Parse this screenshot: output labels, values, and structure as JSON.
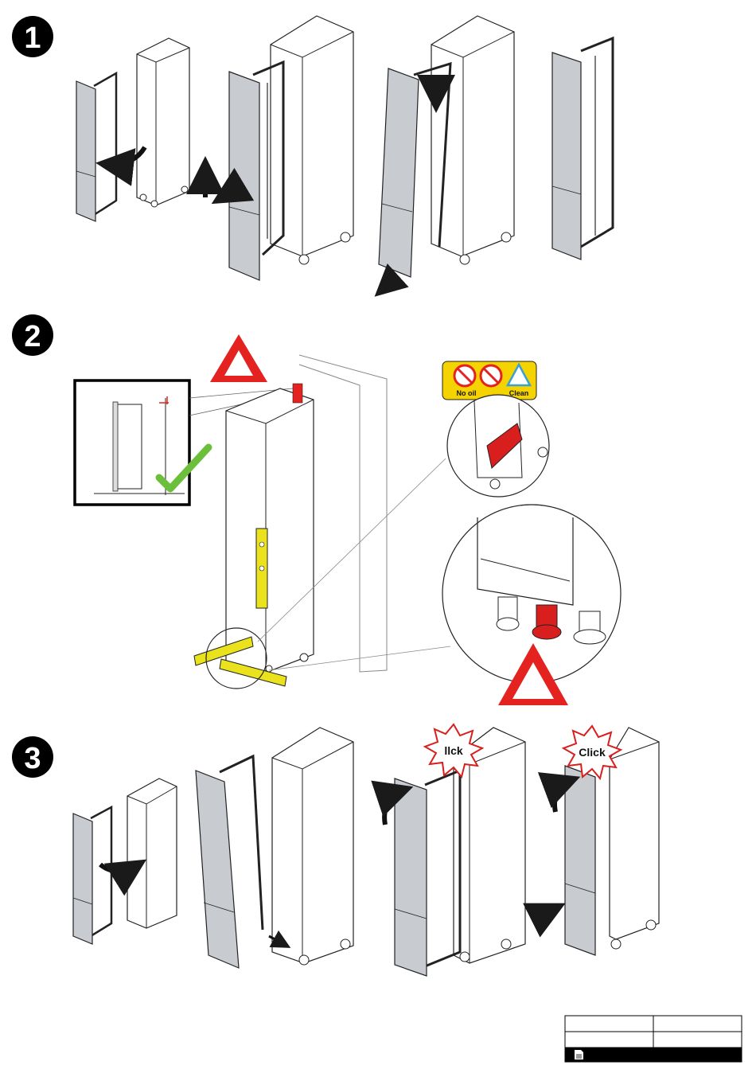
{
  "steps": [
    {
      "number": "1"
    },
    {
      "number": "2"
    },
    {
      "number": "3"
    }
  ],
  "step2": {
    "sticker": {
      "no_oil_label": "No oil",
      "clean_label": "Clean"
    }
  },
  "step3": {
    "click_burst_1": "llck",
    "click_burst_2": "Click"
  },
  "colors": {
    "panel_gray": "#c8cbd0",
    "outline": "#1a1a1a",
    "warning_red": "#e42320",
    "level_yellow": "#e9e21c",
    "check_green": "#6cbf3b",
    "sticker_yellow": "#f5d300",
    "slide_red": "#d91e1e"
  },
  "footer_table": {
    "rows": [
      [
        "",
        ""
      ],
      [
        "",
        ""
      ]
    ],
    "bar_icon": "document-icon"
  }
}
